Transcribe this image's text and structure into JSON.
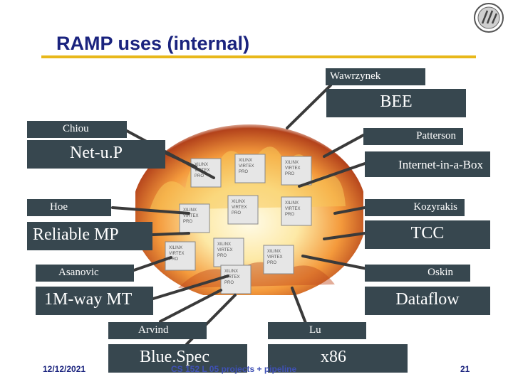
{
  "title": "RAMP uses (internal)",
  "people": {
    "wawrzynek": "Wawrzynek",
    "chiou": "Chiou",
    "patterson": "Patterson",
    "hoe": "Hoe",
    "kozyrakis": "Kozyrakis",
    "asanovic": "Asanovic",
    "oskin": "Oskin",
    "arvind": "Arvind",
    "lu": "Lu"
  },
  "projects": {
    "bee": "BEE",
    "net_up": "Net-u.P",
    "internet_in_a_box": "Internet-in-a-Box",
    "reliable_mp": "Reliable MP",
    "tcc": "TCC",
    "mt": "1M-way MT",
    "dataflow": "Dataflow",
    "bluespec": "Blue.Spec",
    "x86": "x86"
  },
  "footer": {
    "date": "12/12/2021",
    "course": "CS 152 L 05 projects + pipeline",
    "page": "21"
  },
  "chip_text": [
    "XILINX",
    "VIRTEX",
    "PRO"
  ],
  "colors": {
    "title": "#1a237e",
    "rule": "#e8b81a",
    "label_bg": "#37474f",
    "line": "#3a3a3a"
  }
}
